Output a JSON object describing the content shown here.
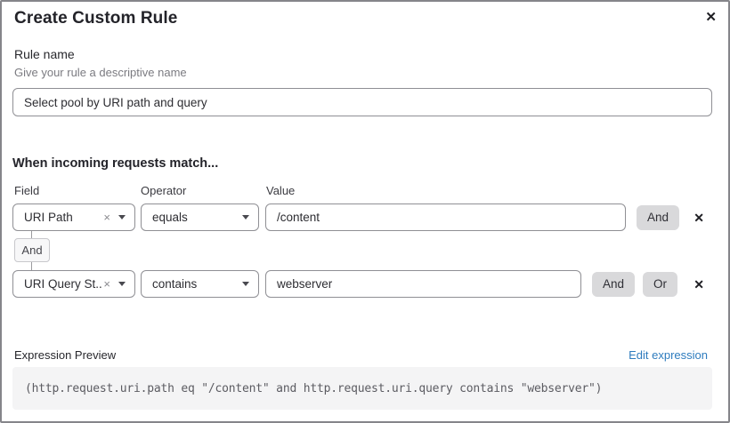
{
  "dialog": {
    "title": "Create Custom Rule"
  },
  "icons": {
    "close": "✕",
    "clear": "×",
    "remove": "✕"
  },
  "rule_name": {
    "label": "Rule name",
    "hint": "Give your rule a descriptive name",
    "value": "Select pool by URI path and query"
  },
  "match": {
    "heading": "When incoming requests match...",
    "columns": {
      "field": "Field",
      "operator": "Operator",
      "value": "Value"
    },
    "connector_label": "And",
    "conditions": [
      {
        "field": "URI Path",
        "operator": "equals",
        "value": "/content",
        "and_label": "And"
      },
      {
        "field": "URI Query St...",
        "operator": "contains",
        "value": "webserver",
        "and_label": "And",
        "or_label": "Or"
      }
    ]
  },
  "expression_preview": {
    "label": "Expression Preview",
    "edit_link": "Edit expression",
    "expression": "(http.request.uri.path eq \"/content\" and http.request.uri.query contains \"webserver\")"
  },
  "colors": {
    "link": "#2e7cbe",
    "button_bg": "#d9d9db",
    "code_bg": "#f4f4f5",
    "input_border": "#8f8f94"
  }
}
